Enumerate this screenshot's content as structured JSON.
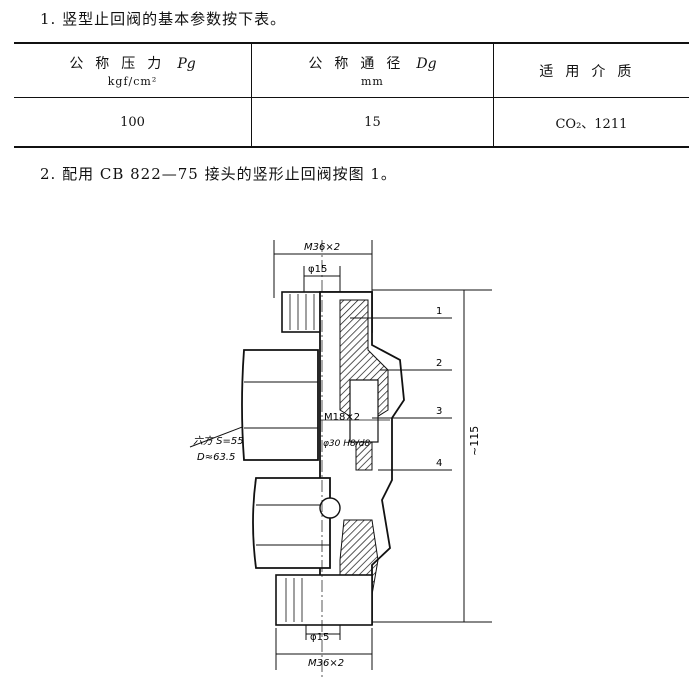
{
  "item1": "1. 竖型止回阀的基本参数按下表。",
  "table": {
    "headers": [
      {
        "label": "公称压力",
        "symbol": "Pg",
        "unit": "kgf/cm²"
      },
      {
        "label": "公称通径",
        "symbol": "Dg",
        "unit": "mm"
      },
      {
        "label": "适用介质",
        "symbol": "",
        "unit": ""
      }
    ],
    "rows": [
      [
        "100",
        "15",
        "CO₂、1211"
      ]
    ]
  },
  "item2": "2. 配用 CB 822—75 接头的竖形止回阀按图 1。",
  "drawing": {
    "top_thread": "M36×2",
    "top_bore": "φ15",
    "bottom_thread": "M36×2",
    "bottom_bore": "φ15",
    "inner_thread": "M18×2",
    "seat_fit": "φ30 H8/d8",
    "hex_label": "六方 S=55",
    "hex_diag": "D≈63.5",
    "length": "~115",
    "parts": [
      "1",
      "2",
      "3",
      "4"
    ]
  }
}
